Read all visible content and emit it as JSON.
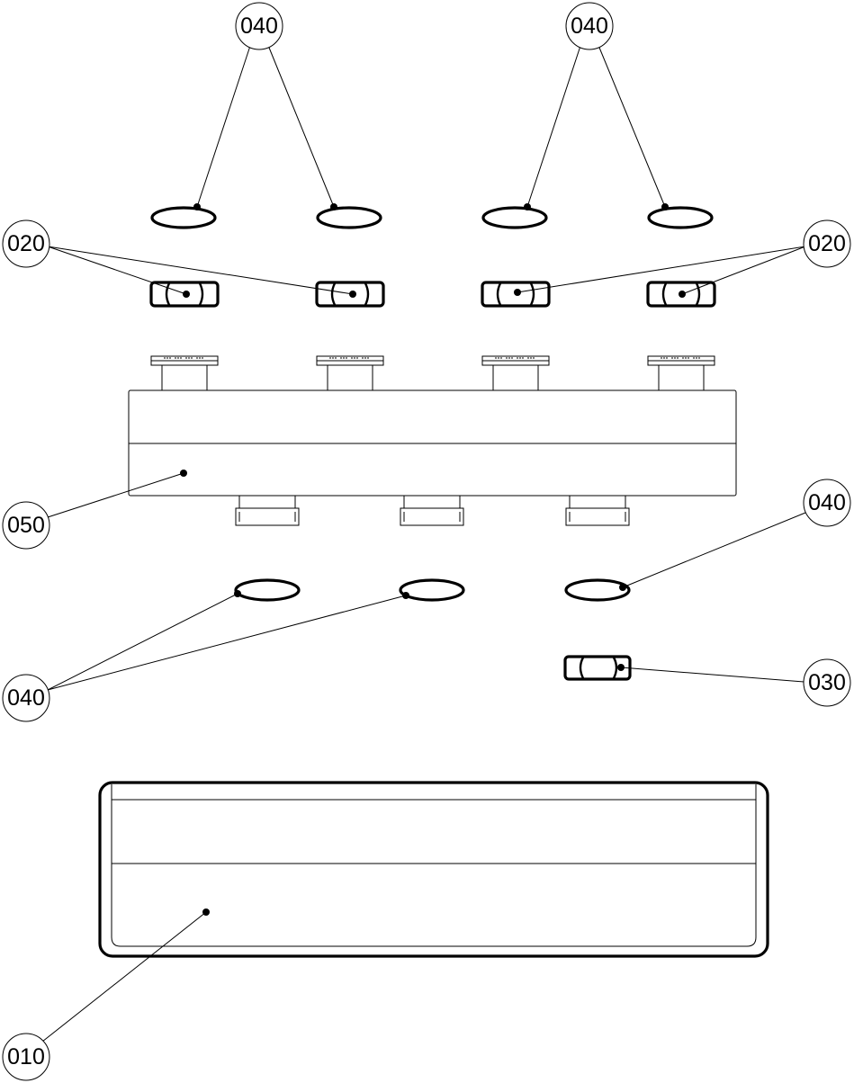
{
  "callouts": [
    {
      "id": "c040-top-left",
      "label": "040"
    },
    {
      "id": "c040-top-right",
      "label": "040"
    },
    {
      "id": "c020-left",
      "label": "020"
    },
    {
      "id": "c020-right",
      "label": "020"
    },
    {
      "id": "c050",
      "label": "050"
    },
    {
      "id": "c040-mid-right",
      "label": "040"
    },
    {
      "id": "c040-bottom-left",
      "label": "040"
    },
    {
      "id": "c030",
      "label": "030"
    },
    {
      "id": "c010",
      "label": "010"
    }
  ],
  "colors": {
    "line": "#000000",
    "background": "#ffffff"
  }
}
